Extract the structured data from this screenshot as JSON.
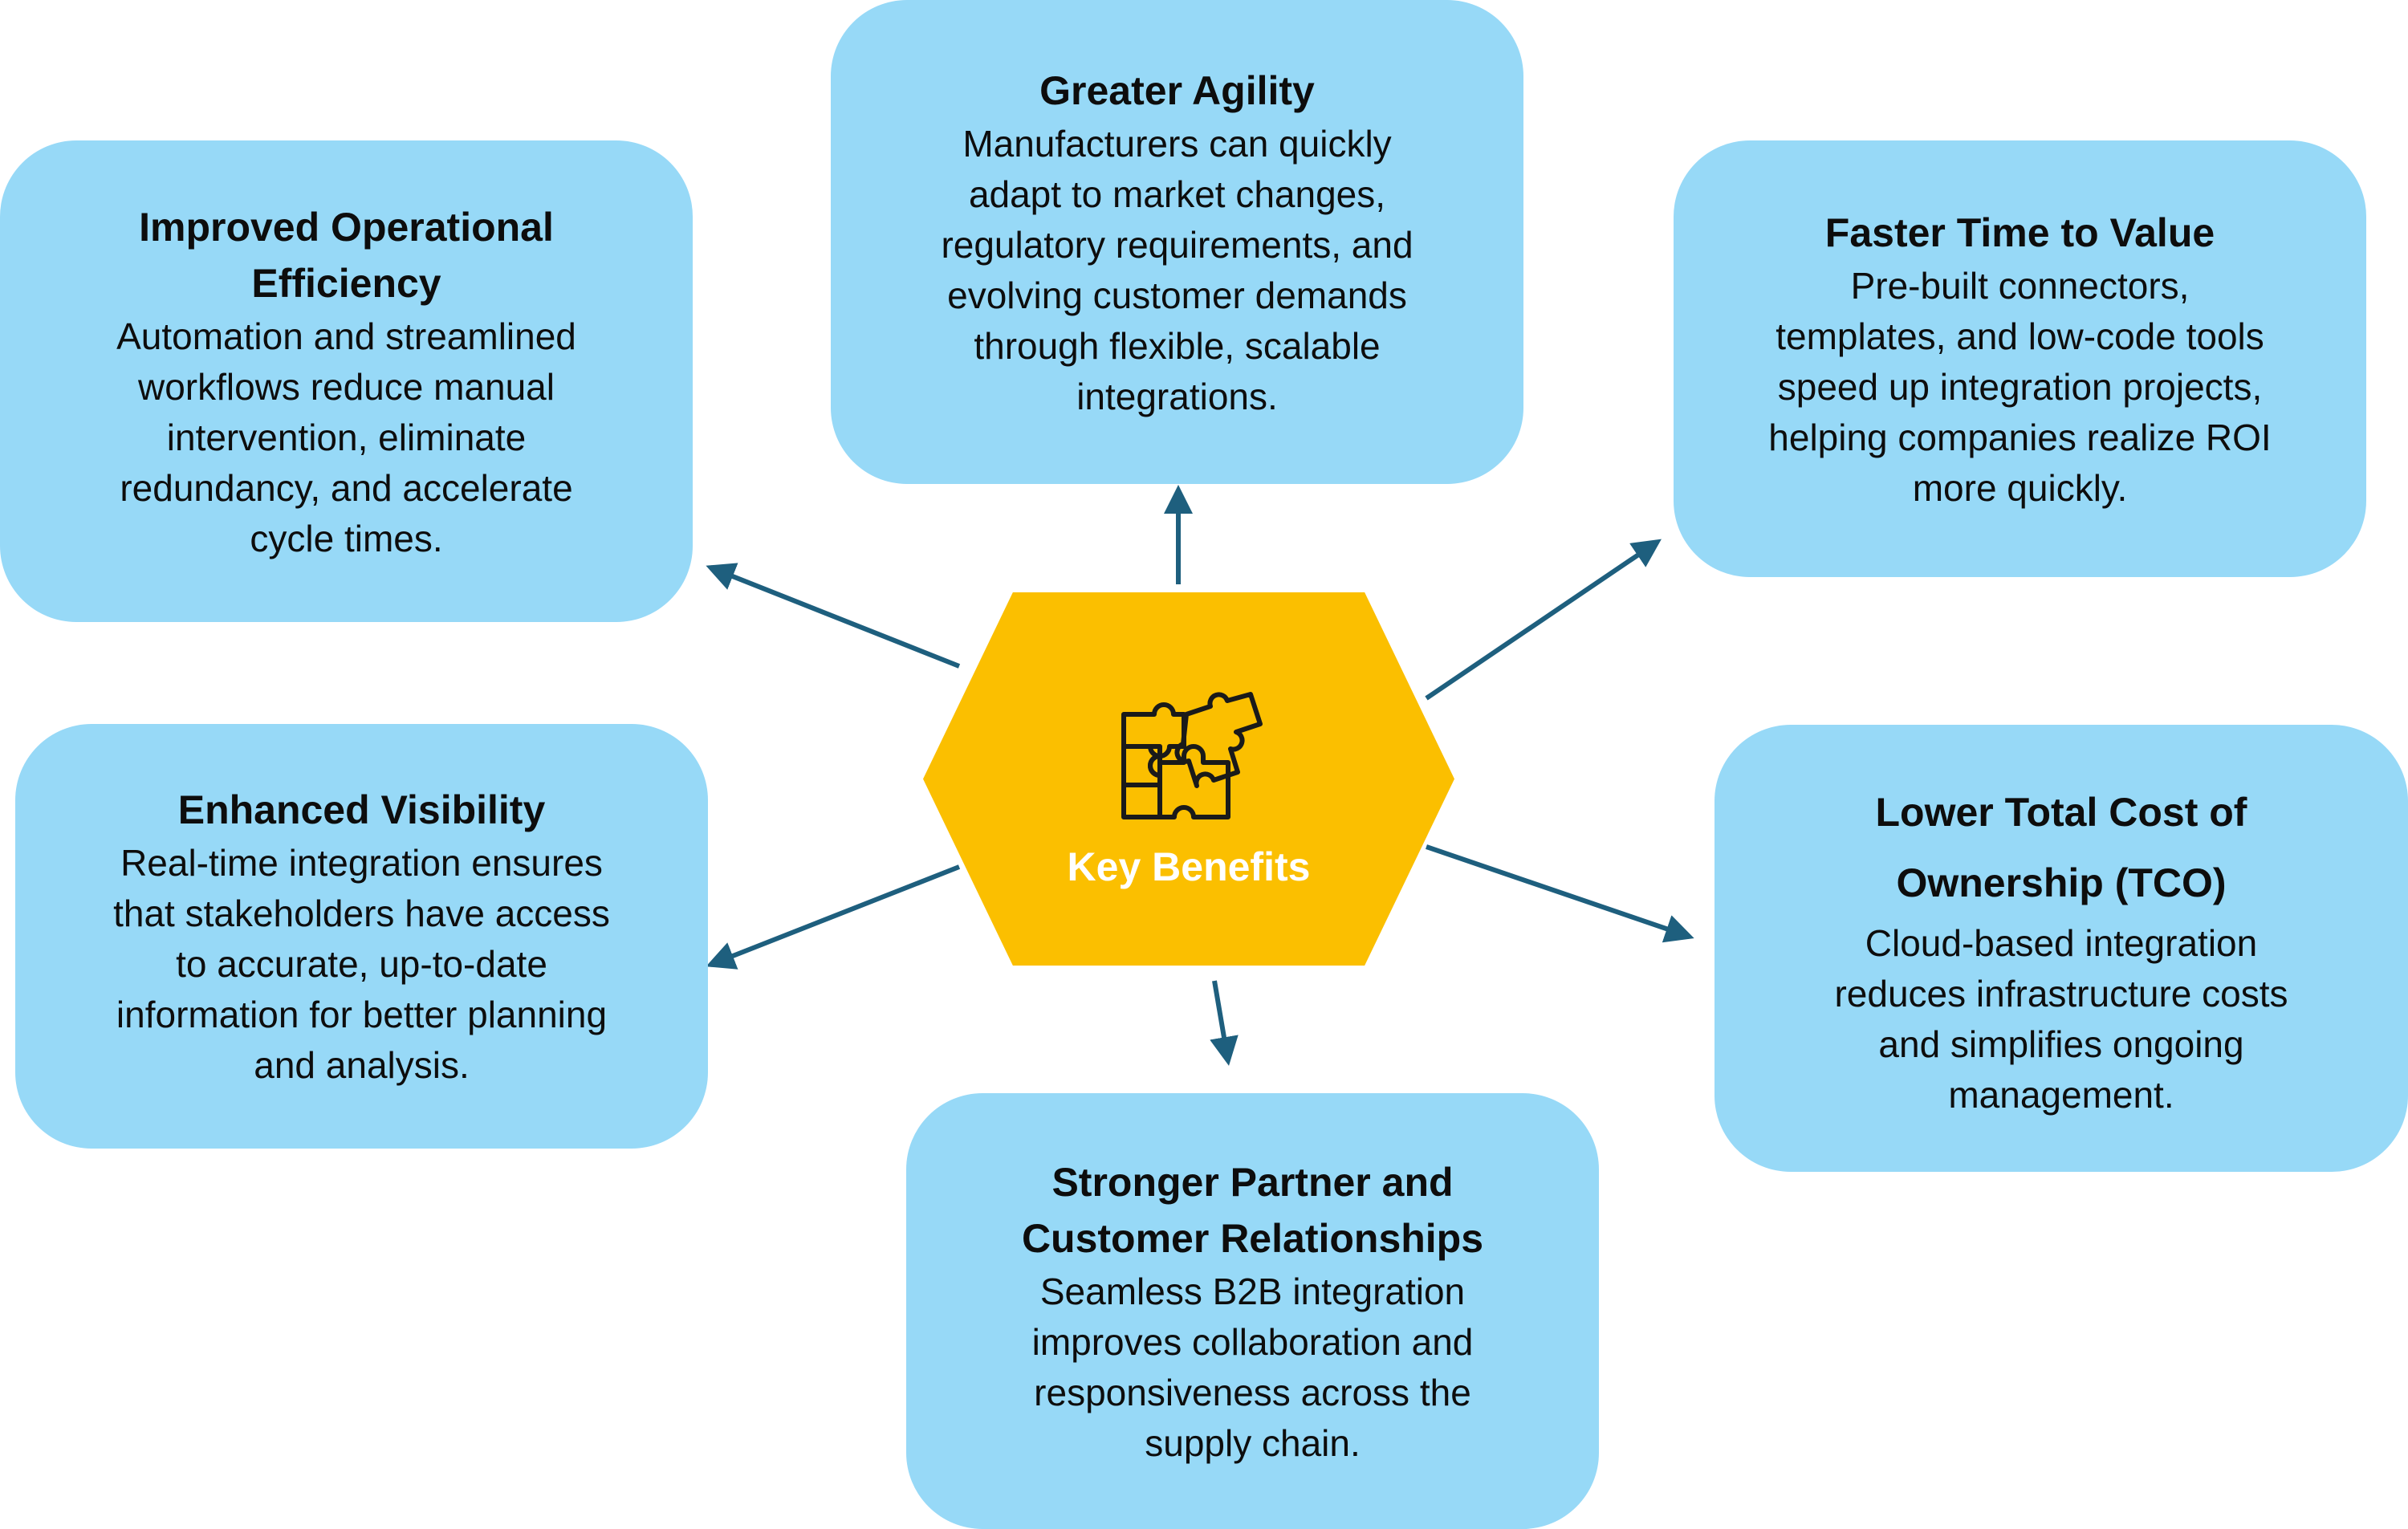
{
  "colors": {
    "box_fill": "#97d9f7",
    "hub_fill": "#fbbf00",
    "connector": "#1e5f7e",
    "hub_text": "#ffffff",
    "text": "#0d0d0d"
  },
  "hub": {
    "label": "Key Benefits",
    "icon": "puzzle-pieces-icon"
  },
  "benefits": [
    {
      "title": "Improved Operational\nEfficiency",
      "body": "Automation and streamlined\nworkflows reduce manual\nintervention, eliminate\nredundancy, and accelerate\ncycle times."
    },
    {
      "title": "Greater Agility",
      "body": "Manufacturers can quickly\nadapt to market changes,\nregulatory requirements, and\nevolving customer demands\nthrough flexible, scalable\nintegrations."
    },
    {
      "title": "Faster Time to Value",
      "body": "Pre-built connectors,\ntemplates, and low-code tools\nspeed up integration projects,\nhelping companies realize ROI\nmore quickly."
    },
    {
      "title": "Enhanced Visibility",
      "body": "Real-time integration ensures\nthat stakeholders have access\nto accurate, up-to-date\ninformation for better planning\nand analysis."
    },
    {
      "title": "Lower Total Cost of\nOwnership (TCO)",
      "body": "Cloud-based integration\nreduces infrastructure costs\nand simplifies ongoing\nmanagement."
    },
    {
      "title": "Stronger Partner and\nCustomer Relationships",
      "body": "Seamless B2B integration\nimproves collaboration and\nresponsiveness across the\nsupply chain."
    }
  ]
}
